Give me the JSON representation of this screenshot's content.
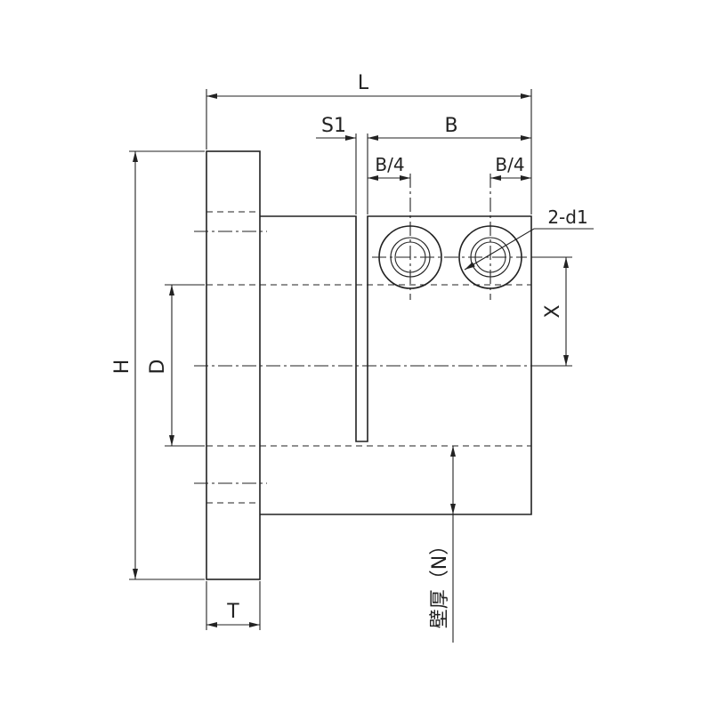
{
  "dimensions": {
    "length": "L",
    "slot_width": "S1",
    "bolt_span": "B",
    "bolt_offset_left": "B/4",
    "bolt_offset_right": "B/4",
    "hole_spec": "2-d1",
    "hole_height": "X",
    "height": "H",
    "bore": "D",
    "flange_thickness": "T",
    "wall_thickness": "壁厚（N）"
  },
  "colors": {
    "line": "#222222",
    "background": "#ffffff"
  }
}
